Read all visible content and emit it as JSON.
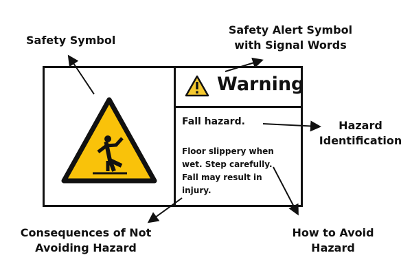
{
  "labels": {
    "safety_symbol": "Safety Symbol",
    "alert_symbol_line1": "Safety Alert Symbol",
    "alert_symbol_line2": "with Signal Words",
    "hazard_id_line1": "Hazard",
    "hazard_id_line2": "Identification",
    "consequences_line1": "Consequences of Not",
    "consequences_line2": "Avoiding Hazard",
    "avoid_line1": "How to Avoid",
    "avoid_line2": "Hazard"
  },
  "sign": {
    "signal_word": "Warning",
    "hazard_title": "Fall hazard.",
    "body_lines": [
      "Floor slippery when",
      "wet. Step carefully.",
      "Fall may result in",
      "injury."
    ]
  },
  "colors": {
    "warning_yellow": "#F9C20A",
    "outline": "#111111"
  },
  "icons": {
    "safety_symbol": "slippery-floor-warning-icon",
    "alert_symbol": "exclamation-triangle-icon"
  }
}
